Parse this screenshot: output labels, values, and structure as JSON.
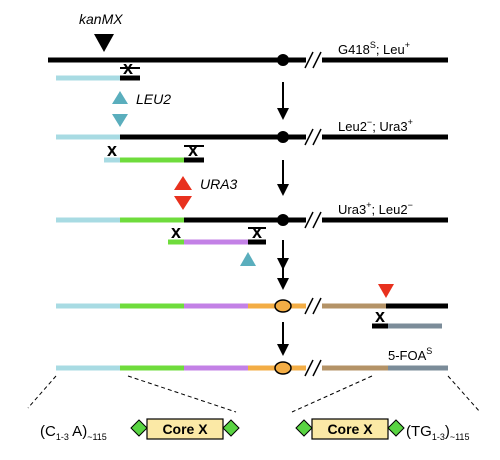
{
  "labels": {
    "kanmx": "kanMX",
    "leu2": "LEU2",
    "ura3": "URA3",
    "row1_pre": "G418",
    "row1_sup": "S",
    "row1_mid": "; Leu",
    "row1_sup2": "+",
    "row2_pre": "Leu2",
    "row2_sup": "−",
    "row2_mid": "; Ura3",
    "row2_sup2": "+",
    "row3_pre": "Ura3",
    "row3_sup": "+",
    "row3_mid": "; Leu2",
    "row3_sup2": "−",
    "row5_pre": "5-FOA",
    "row5_sup": "S",
    "left_telomere_open": "(C",
    "left_telomere_sub": "1-3",
    "left_telomere_close": " A)",
    "left_telomere_sub2": "~115",
    "core_left": "Core X",
    "core_right": "Core X",
    "right_telomere_open": "(TG",
    "right_telomere_sub": "1-3",
    "right_telomere_close": ")",
    "right_telomere_sub2": "~115"
  },
  "colors": {
    "black": "#000000",
    "light_blue": "#a8dbe3",
    "green": "#6fdc3c",
    "purple": "#c381e6",
    "orange": "#f3ad45",
    "tan": "#b49367",
    "gray": "#7b8c99",
    "teal_triangle": "#5aaebd",
    "red_triangle": "#e8311e",
    "core_box": "#fbe9a6",
    "diamond": "#59d442"
  }
}
